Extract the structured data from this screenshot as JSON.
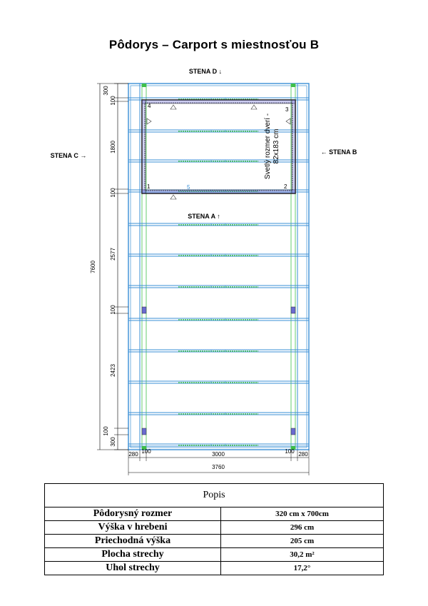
{
  "title": "Pôdorys – Carport s miestnosťou B",
  "walls": {
    "d": "STENA D ↓",
    "c": "STENA C →",
    "b": "← STENA B",
    "a": "STENA A ↑"
  },
  "door_note": {
    "line1": "Svetlý rozmer dverí -",
    "line2": "82x183 cm"
  },
  "corner_labels": [
    "1",
    "2",
    "3",
    "4",
    "5"
  ],
  "dims_vertical": [
    "300",
    "100",
    "1800",
    "100",
    "2577",
    "100",
    "2423",
    "100",
    "300"
  ],
  "dim_total_height": "7600",
  "dims_horizontal": [
    "280",
    "100",
    "3000",
    "100",
    "280"
  ],
  "dim_total_width": "3760",
  "popis": {
    "header": "Popis",
    "rows": [
      {
        "label": "Pôdorysný rozmer",
        "value": "320 cm x 700cm"
      },
      {
        "label": "Výška v hrebeni",
        "value": "296 cm"
      },
      {
        "label": "Priechodná výška",
        "value": "205 cm"
      },
      {
        "label": "Plocha strechy",
        "value": "30,2 m²"
      },
      {
        "label": "Uhol strechy",
        "value": "17,2°"
      }
    ]
  },
  "colors": {
    "beam": "#3a8fd6",
    "rafter_green": "#3fbf4a",
    "wall": "#222222",
    "post": "#6a6ad0",
    "dim": "#000000"
  }
}
